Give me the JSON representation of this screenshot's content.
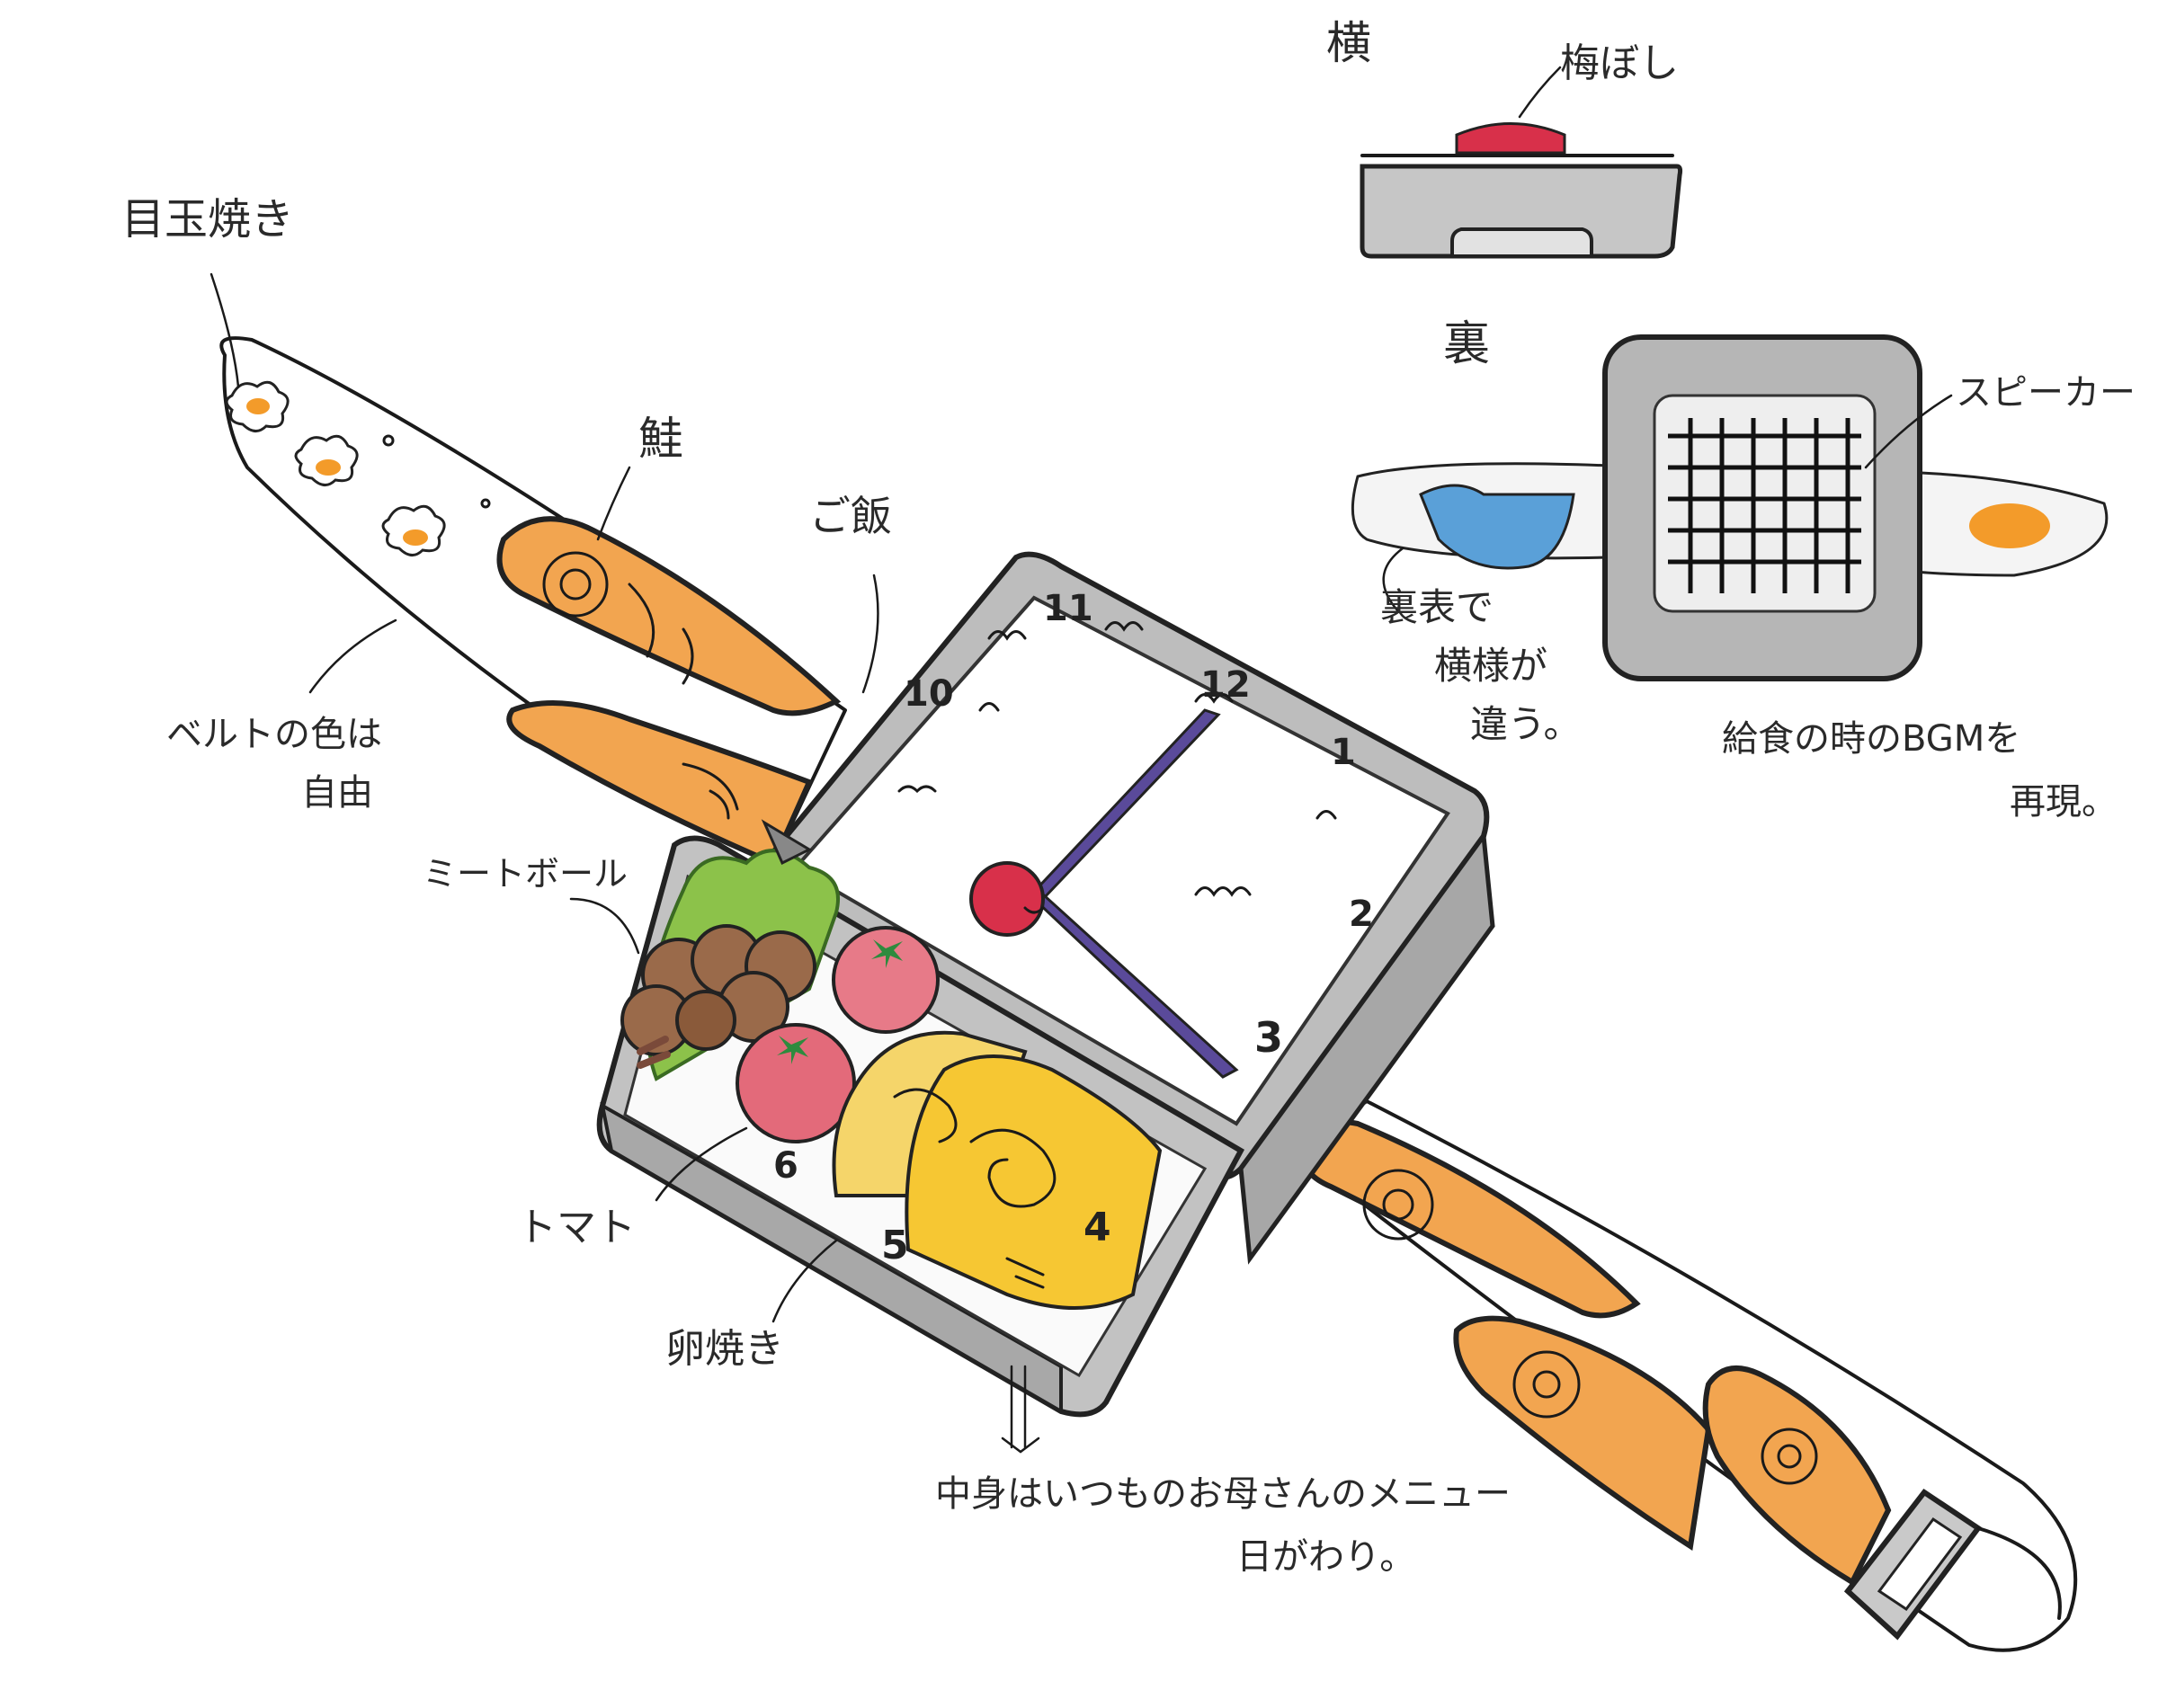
{
  "labels": {
    "side_view": "横",
    "umeboshi": "梅ぼし",
    "back_view": "裏",
    "speaker": "スピーカー",
    "pattern_note": [
      "裏表で",
      "横様が",
      "違う。"
    ],
    "bgm_note": [
      "給食の時のBGMを",
      "再現。"
    ],
    "fried_egg": "目玉焼き",
    "salmon": "鮭",
    "rice": "ご飯",
    "belt_note": [
      "ベルトの色は",
      "自由"
    ],
    "meatball": "ミートボール",
    "tomato": "トマト",
    "tamagoyaki": "卵焼き",
    "contents_note": [
      "中身はいつものお母さんのメニュー",
      "日がわり。"
    ]
  },
  "dial": {
    "numbers": [
      "12",
      "1",
      "2",
      "3",
      "4",
      "5",
      "6",
      "10",
      "11"
    ]
  },
  "colors": {
    "case_gray": "#b9b9b9",
    "salmon_orange": "#f2a550",
    "egg_yellow": "#f6c733",
    "tomato_red": "#e36a7a",
    "umeboshi_red": "#d8304a",
    "hand_purple": "#5a4a9a",
    "lettuce_green": "#8cc24a",
    "meatball_brown": "#9a6a4a",
    "bowl_blue": "#5aa0d8"
  }
}
